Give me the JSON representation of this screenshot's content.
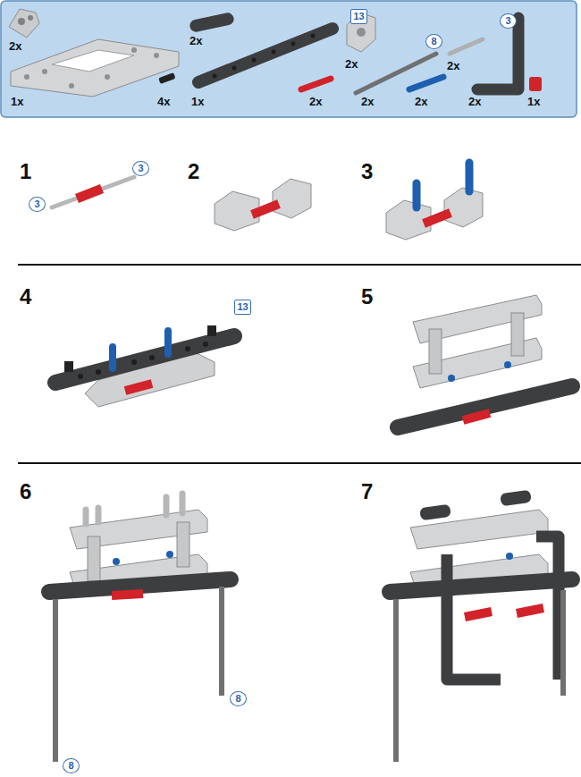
{
  "diagram": {
    "labels": [
      "2x",
      "1x",
      "4x",
      "2x",
      "1x",
      "13",
      "2x",
      "2x",
      "8",
      "2x",
      "3",
      "2x",
      "2x",
      "2x",
      "1x",
      "1",
      "3",
      "3",
      "2",
      "3",
      "4",
      "13",
      "5",
      "6",
      "8",
      "8",
      "7"
    ]
  }
}
